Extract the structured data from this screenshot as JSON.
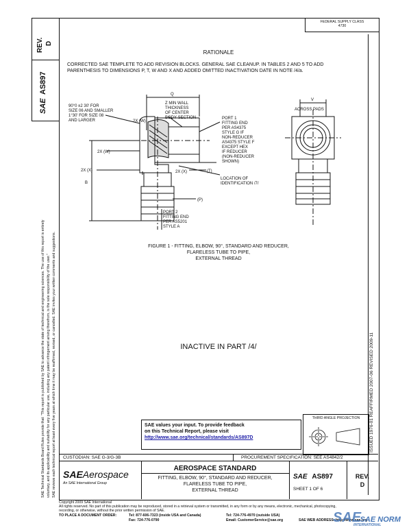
{
  "header": {
    "rev_label": "REV.",
    "rev_value": "D",
    "doc_number": "AS897",
    "sae_mark": "SAE",
    "top_right_line1": "FEDERAL SUPPLY CLASS",
    "top_right_line2": "4730"
  },
  "rationale": {
    "title": "RATIONALE",
    "line1": "CORRECTED SAE TEMPLETE TO ADD REVISION BLOCKS. GENERAL SAE CLEANUP. IN TABLES 2 AND 5 TO ADD",
    "line2": "PARENTHESIS TO DIMENSIONS P, T, W AND X AND ADDED OMITTED INACTIVATION DATE IN NOTE /4/a."
  },
  "figure": {
    "label_angle_1": "90°0 ±2 30' FOR",
    "label_angle_2": "SIZE 06 AND SMALLER",
    "label_angle_3": "1°30' FOR SIZE 08",
    "label_angle_4": "AND LARGER",
    "label_q": "Q",
    "label_z1": "Z MIN WALL",
    "label_z2": "THICKNESS",
    "label_z3": "OF CENTER",
    "label_z4": "BODY SECTION",
    "label_2x_w_top": "2X (W)",
    "label_2x_w": "2X (W)",
    "label_2x_x_left": "2X (X)",
    "label_2x_x_bot": "2X (X)",
    "label_t": "(T)",
    "label_b": "B",
    "label_p": "(P)",
    "label_loc1": "LOCATION OF",
    "label_loc2": "IDENTIFICATION /7/",
    "port1": [
      "PORT 1",
      "FITTING END",
      "PER AS4375",
      "STYLE G IF",
      "NON-REDUCER",
      "AS4375 STYLE F",
      "EXCEPT HEX",
      "IF REDUCER",
      "(NON-REDUCER",
      "SHOWN)"
    ],
    "port2": [
      "PORT 2",
      "FITTING END",
      "PER AS5201",
      "STYLE A"
    ],
    "label_v": "V",
    "label_across": "ACROSS PADS",
    "caption1": "FIGURE 1 - FITTING, ELBOW, 90°, STANDARD AND REDUCER,",
    "caption2": "FLARELESS TUBE TO PIPE,",
    "caption3": "EXTERNAL THREAD"
  },
  "inactive_text": "INACTIVE IN PART /4/",
  "right_margin": {
    "dates": "ISSUED 1976-01     REAFFIRMED 2007-06     REVISED 2009-11"
  },
  "left_margin": {
    "line1": "SAE Technical Standards Board Rules provide that: \"This report is published by SAE to advance the state of technical and engineering sciences. The use of this report is entirely",
    "line2": "voluntary, and its applicability and suitability for any particular use, including any patent infringement arising therefrom, is the sole responsibility of the user.\"",
    "line3": "SAE reviews each technical report at least every five years at which time it may be reaffirmed, revised, or cancelled. SAE invites your written comments and suggestions."
  },
  "feedback": {
    "line1": "SAE values your input. To provide feedback",
    "line2": "on this Technical Report, please visit",
    "url": "http://www.sae.org/technical/standards/AS897D"
  },
  "projection": {
    "label": "THIRD ANGLE PROJECTION"
  },
  "title_block": {
    "custodian": "CUSTODIAN: SAE G-3/G-3B",
    "procurement": "PROCUREMENT SPECIFICATION: SEE AS4842/2",
    "logo_sae": "SAE",
    "logo_aero": "Aerospace",
    "logo_sub": "An SAE International Group",
    "standard": "AEROSPACE STANDARD",
    "desc1": "FITTING, ELBOW, 90°, STANDARD AND REDUCER,",
    "desc2": "FLARELESS TUBE TO PIPE,",
    "desc3": "EXTERNAL THREAD",
    "sae_small": "SAE",
    "doc": "AS897",
    "sheet": "SHEET 1 OF 6",
    "rev_label": "REV.",
    "rev_value": "D"
  },
  "footer": {
    "copyright": "Copyright 2009 SAE International",
    "rights": "All rights reserved. No part of this publication may be reproduced, stored in a retrieval system or transmitted, in any form or by any means, electronic, mechanical, photocopying,",
    "recording": "recording, or otherwise, without the prior written permission of SAE.",
    "order": "TO PLACE A DOCUMENT ORDER:",
    "tel1": "Tel: 877-606-7323 (inside USA and Canada)",
    "tel2": "Tel: 724-776-4970 (outside USA)",
    "fax": "Fax: 724-776-0790",
    "email": "Email: CustomerService@sae.org",
    "web": "SAE WEB ADDRESS: http://www.sae.org",
    "wm_sae": "SAE",
    "wm_norm": "SAE NORM",
    "wm_sub": "INTERNATIONAL"
  }
}
